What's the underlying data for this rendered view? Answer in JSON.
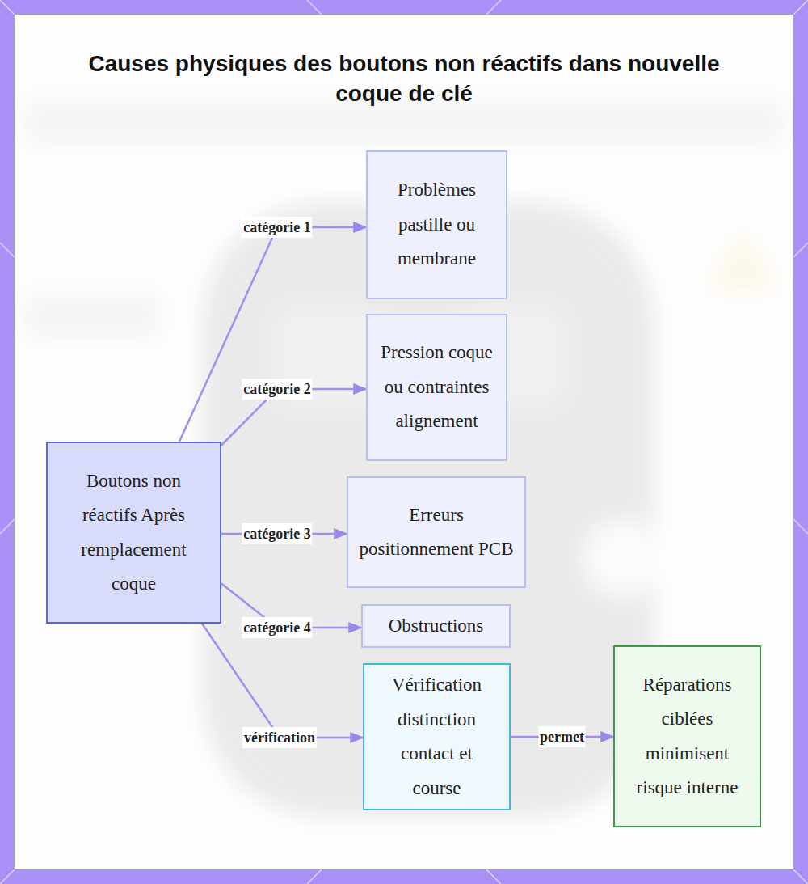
{
  "diagram": {
    "title": "Causes physiques des boutons non réactifs dans nouvelle coque de clé",
    "nodes": [
      {
        "text": [
          "Boutons non réactifs Après remplacement coque"
        ]
      },
      {
        "text": [
          "Problèmes pastille ou membrane"
        ]
      },
      {
        "text": [
          "Pression coque ou contraintes alignement"
        ]
      },
      {
        "text": [
          "Erreurs positionnement PCB"
        ]
      },
      {
        "text": [
          "Obstructions"
        ]
      },
      {
        "text": [
          "Vérification distinction contact et course"
        ]
      },
      {
        "text": [
          "Réparations ciblées minimisent risque interne"
        ]
      }
    ],
    "edges": [
      {
        "from": 0,
        "to": 1,
        "label": "catégorie 1",
        "arrow": "to"
      },
      {
        "from": 0,
        "to": 2,
        "label": "catégorie 2",
        "arrow": "to"
      },
      {
        "from": 0,
        "to": 3,
        "label": "catégorie 3",
        "arrow": "to"
      },
      {
        "from": 0,
        "to": 4,
        "label": "catégorie 4",
        "arrow": "to"
      },
      {
        "from": 0,
        "to": 5,
        "label": "vérification",
        "arrow": "to"
      },
      {
        "from": 5,
        "to": 6,
        "label": "permet",
        "arrow": "to"
      }
    ]
  }
}
